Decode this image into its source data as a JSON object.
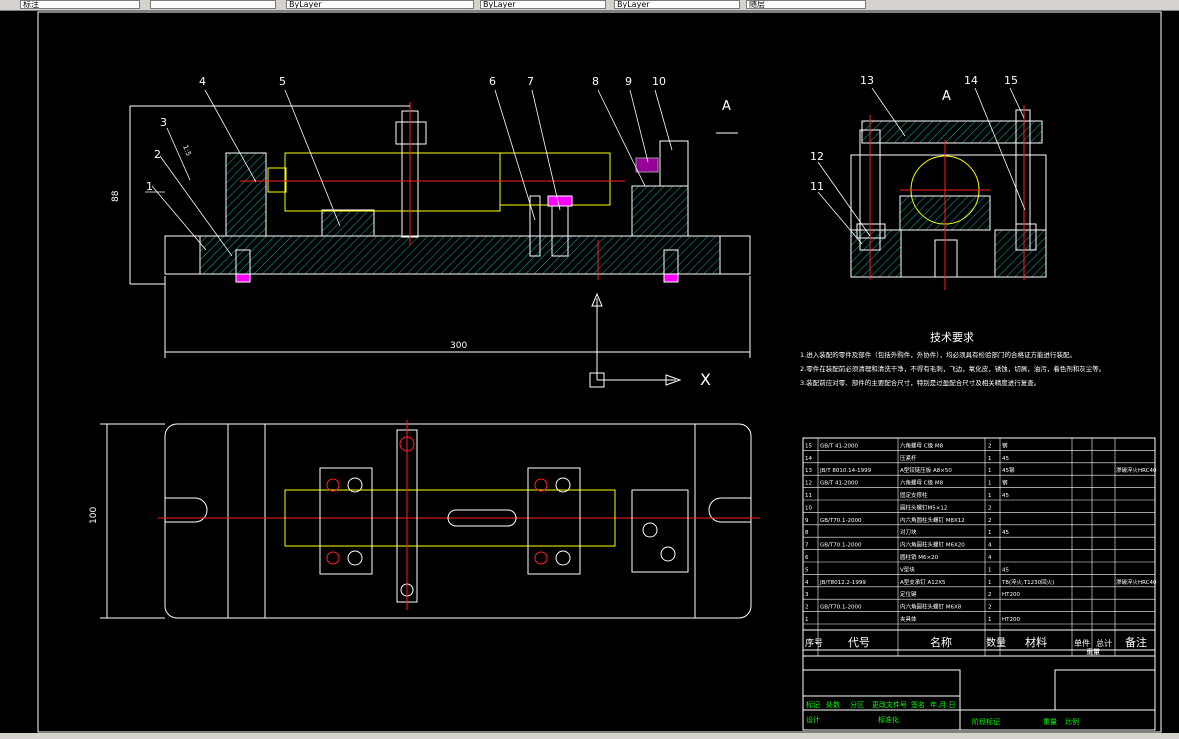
{
  "toolbar": {
    "layer": "标注",
    "linetype": "ByLayer",
    "lineweight": "ByLayer",
    "color": "随层"
  },
  "view_labels": {
    "section_a": "A",
    "axis_x": "X"
  },
  "dimensions": {
    "overall_length": "300",
    "height": "88",
    "width": "100",
    "small": "1:5"
  },
  "balloons": [
    "1",
    "2",
    "3",
    "4",
    "5",
    "6",
    "7",
    "8",
    "9",
    "10",
    "11",
    "12",
    "13",
    "14",
    "15"
  ],
  "tech_requirements": {
    "title": "技术要求",
    "items": [
      "1.进入装配的零件及部件（包括外购件，外协件），均必须具有检验部门的合格证方能进行装配。",
      "2.零件在装配前必须清理和清洗干净，不得有毛刺，飞边，氧化皮，锈蚀，切屑，油污，着色剂和灰尘等。",
      "3.装配前应对零、部件的主要配合尺寸，特别是过盈配合尺寸及相关精度进行复查。"
    ]
  },
  "bom": {
    "rows": [
      {
        "no": "15",
        "code": "GB/T 41-2000",
        "name": "六角螺母 C级 M8",
        "qty": "2",
        "material": "钢",
        "note": ""
      },
      {
        "no": "14",
        "code": "",
        "name": "压紧杆",
        "qty": "1",
        "material": "45",
        "note": ""
      },
      {
        "no": "13",
        "code": "JB/T 8010.14-1999",
        "name": "A型铰链压板 A8×50",
        "qty": "1",
        "material": "45钢",
        "note": "渗碳淬火HRC40"
      },
      {
        "no": "12",
        "code": "GB/T 41-2000",
        "name": "六角螺母 C级 M8",
        "qty": "1",
        "material": "钢",
        "note": ""
      },
      {
        "no": "11",
        "code": "",
        "name": "固定支撑柱",
        "qty": "1",
        "material": "45",
        "note": ""
      },
      {
        "no": "10",
        "code": "",
        "name": "圆柱头螺钉M5×12",
        "qty": "2",
        "material": "",
        "note": ""
      },
      {
        "no": "9",
        "code": "GB/T70.1-2000",
        "name": "内六角圆柱头螺钉 M8X12",
        "qty": "2",
        "material": "",
        "note": ""
      },
      {
        "no": "8",
        "code": "",
        "name": "对刀块",
        "qty": "1",
        "material": "45",
        "note": ""
      },
      {
        "no": "7",
        "code": "GB/T70.1-2000",
        "name": "内六角圆柱头螺钉 M6X20",
        "qty": "4",
        "material": "",
        "note": ""
      },
      {
        "no": "6",
        "code": "",
        "name": "圆柱销 M6×20",
        "qty": "4",
        "material": "",
        "note": ""
      },
      {
        "no": "5",
        "code": "",
        "name": "V型块",
        "qty": "1",
        "material": "45",
        "note": ""
      },
      {
        "no": "4",
        "code": "JB/T8012.2-1999",
        "name": "A型支承钉 A12X5",
        "qty": "1",
        "material": "T8(淬火,T1230回火)",
        "note": "渗碳淬火HRC40"
      },
      {
        "no": "3",
        "code": "",
        "name": "定位键",
        "qty": "2",
        "material": "HT200",
        "note": ""
      },
      {
        "no": "2",
        "code": "GB/T70.1-2000",
        "name": "内六角圆柱头螺钉 M6X8",
        "qty": "2",
        "material": "",
        "note": ""
      },
      {
        "no": "1",
        "code": "",
        "name": "夹具体",
        "qty": "1",
        "material": "HT200",
        "note": ""
      }
    ],
    "header": {
      "no": "序号",
      "code": "代号",
      "name": "名称",
      "qty": "数量",
      "material": "材料",
      "single": "单件",
      "total": "总计",
      "weight": "重量",
      "note": "备注"
    }
  },
  "title_block": {
    "mark": "标记",
    "count": "处数",
    "zone": "分区",
    "doc": "更改文件号",
    "sign": "签名",
    "date": "年.月.日",
    "design": "设计",
    "standard": "标准化",
    "stage": "阶段标记",
    "weight": "重量",
    "scale": "比例"
  },
  "colors": {
    "background": "#000000",
    "outline": "#ffffff",
    "centerline": "#ff2020",
    "hatch": "#00d8d8",
    "hidden": "#ffff00",
    "dim": "#ffffff",
    "magenta": "#ff00ff",
    "green": "#00ff00"
  }
}
